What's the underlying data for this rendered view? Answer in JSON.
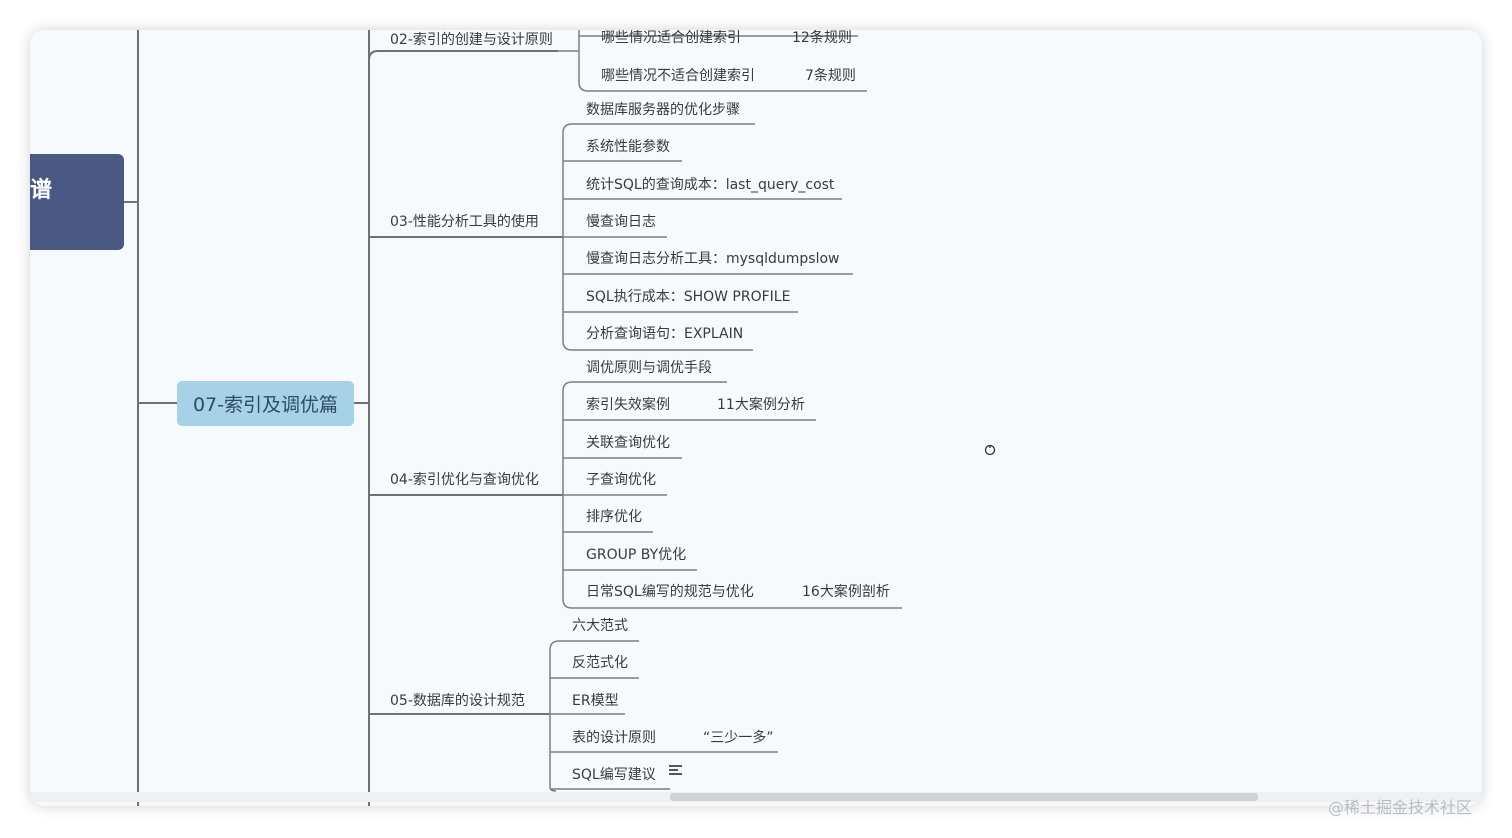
{
  "root_node": {
    "label": "谱"
  },
  "main_node": {
    "label": "07-索引及调优篇"
  },
  "branches": {
    "b02": {
      "label": "02-索引的创建与设计原则",
      "items": [
        {
          "label": "哪些情况适合创建索引",
          "note": "12条规则"
        },
        {
          "label": "哪些情况不适合创建索引",
          "note": "7条规则"
        }
      ]
    },
    "b03": {
      "label": "03-性能分析工具的使用",
      "items": [
        {
          "label": "数据库服务器的优化步骤"
        },
        {
          "label": "系统性能参数"
        },
        {
          "label": "统计SQL的查询成本：last_query_cost"
        },
        {
          "label": "慢查询日志"
        },
        {
          "label": "慢查询日志分析工具：mysqldumpslow"
        },
        {
          "label": "SQL执行成本：SHOW PROFILE"
        },
        {
          "label": "分析查询语句：EXPLAIN"
        }
      ]
    },
    "b04": {
      "label": "04-索引优化与查询优化",
      "items": [
        {
          "label": "调优原则与调优手段"
        },
        {
          "label": "索引失效案例",
          "note": "11大案例分析"
        },
        {
          "label": "关联查询优化"
        },
        {
          "label": "子查询优化"
        },
        {
          "label": "排序优化"
        },
        {
          "label": "GROUP BY优化"
        },
        {
          "label": "日常SQL编写的规范与优化",
          "note": "16大案例剖析"
        }
      ]
    },
    "b05": {
      "label": "05-数据库的设计规范",
      "items": [
        {
          "label": "六大范式"
        },
        {
          "label": "反范式化"
        },
        {
          "label": "ER模型"
        },
        {
          "label": "表的设计原则",
          "note": "“三少一多”"
        },
        {
          "label": "SQL编写建议"
        }
      ]
    }
  },
  "icons": {
    "note": "menu-icon",
    "cursor": "cursor-icon"
  },
  "colors": {
    "root": "#4c5884",
    "main": "#a7d1e6",
    "line": "#6d7178"
  },
  "watermark": "@稀土掘金技术社区"
}
